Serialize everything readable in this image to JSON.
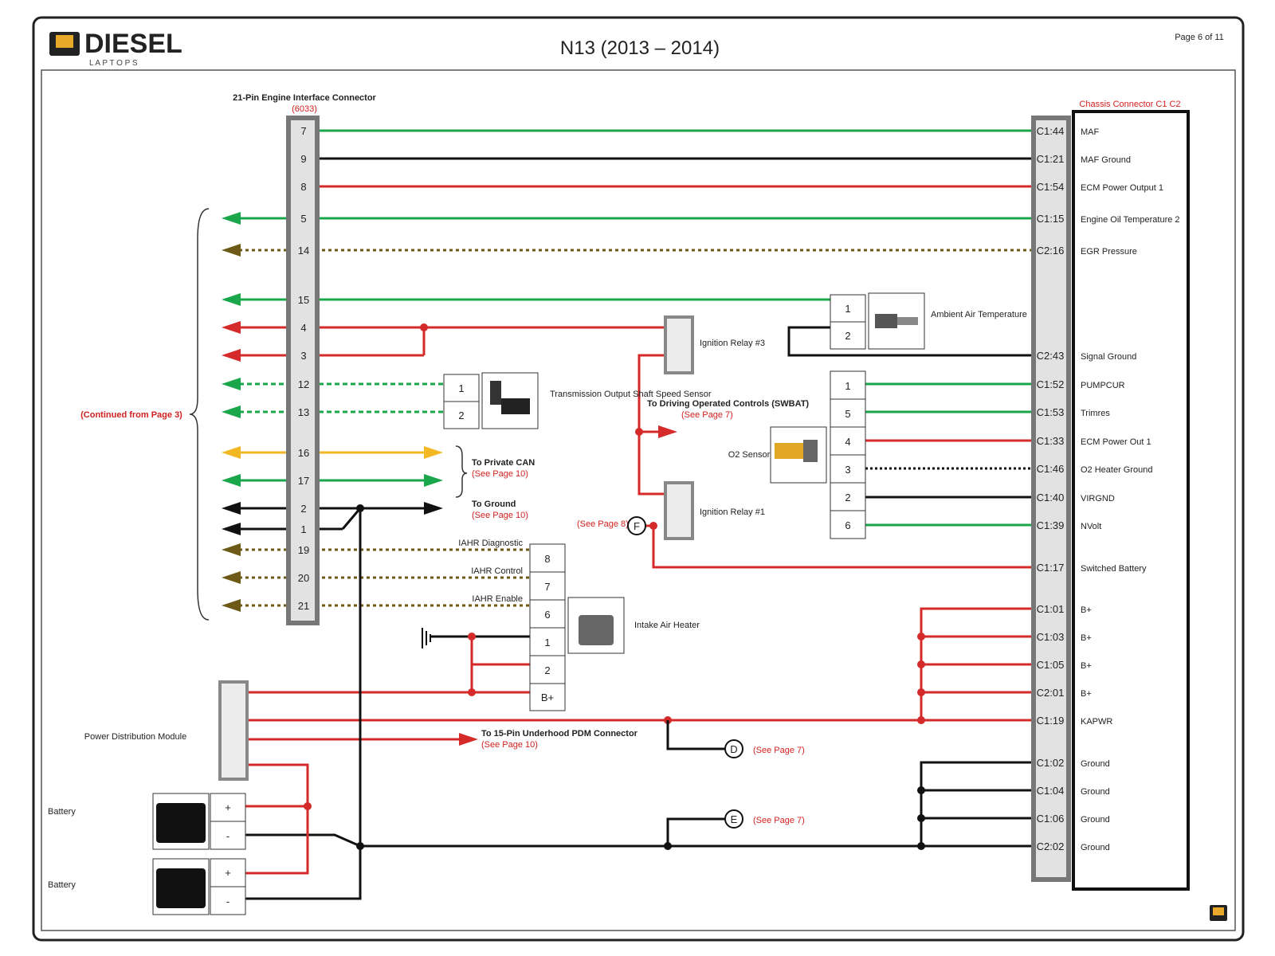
{
  "header": {
    "brand": "DIESEL",
    "brand_sub": "L A P T O P S",
    "title": "N13 (2013 – 2014)",
    "page": "Page 6 of 11"
  },
  "engine_connector": {
    "title": "21-Pin Engine Interface Connector",
    "part": "(6033)",
    "pins": [
      "7",
      "9",
      "8",
      "5",
      "14",
      "15",
      "4",
      "3",
      "12",
      "13",
      "16",
      "17",
      "2",
      "1",
      "19",
      "20",
      "21"
    ]
  },
  "continued_note": "(Continued from Page 3)",
  "chassis": {
    "title": "Chassis Connector C1 C2",
    "pins": [
      "C1:44",
      "C1:21",
      "C1:54",
      "C1:15",
      "C2:16",
      "C2:43",
      "C1:52",
      "C1:53",
      "C1:33",
      "C1:46",
      "C1:40",
      "C1:39",
      "C1:17",
      "C1:01",
      "C1:03",
      "C1:05",
      "C2:01",
      "C1:19",
      "C1:02",
      "C1:04",
      "C1:06",
      "C2:02"
    ],
    "signals": [
      "MAF",
      "MAF Ground",
      "ECM Power Output 1",
      "Engine Oil Temperature 2",
      "EGR Pressure",
      "Signal Ground",
      "PUMPCUR",
      "Trimres",
      "ECM Power Out 1",
      "O2 Heater Ground",
      "VIRGND",
      "NVolt",
      "Switched Battery",
      "B+",
      "B+",
      "B+",
      "B+",
      "KAPWR",
      "Ground",
      "Ground",
      "Ground",
      "Ground"
    ]
  },
  "components": {
    "ambient": "Ambient Air Temperature",
    "tos": "Transmission Output Shaft Speed Sensor",
    "relay3": "Ignition Relay #3",
    "relay1": "Ignition Relay #1",
    "driving_controls": "To Driving Operated Controls (SWBAT)",
    "see_page_7": "(See Page 7)",
    "o2": "O2 Sensor",
    "private_can": "To Private CAN",
    "see_page_10": "(See Page 10)",
    "to_ground": "To Ground",
    "see_page_8": "(See Page 8)",
    "iahr_diag": "IAHR Diagnostic",
    "iahr_ctrl": "IAHR Control",
    "iahr_en": "IAHR Enable",
    "intake_heater": "Intake Air Heater",
    "pdm": "Power Distribution Module",
    "pdm_conn": "To 15-Pin Underhood PDM Connector",
    "battery": "Battery",
    "plus": "+",
    "minus": "-",
    "bplus": "B+",
    "F": "F",
    "D": "D",
    "E": "E",
    "o2_pins": [
      "1",
      "5",
      "4",
      "3",
      "2",
      "6"
    ],
    "heater_pins": [
      "8",
      "7",
      "6",
      "1",
      "2"
    ],
    "ambient_pins": [
      "1",
      "2"
    ],
    "tos_pins": [
      "1",
      "2"
    ]
  },
  "colors": {
    "green": "#1aa64a",
    "red": "#d42a2a",
    "black": "#111111",
    "yellow": "#f2b824",
    "olive": "#6e5a17"
  }
}
